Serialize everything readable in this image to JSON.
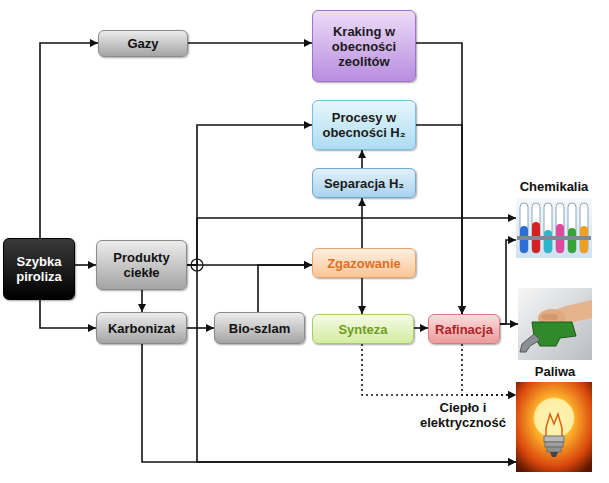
{
  "diagram": {
    "nodes": [
      {
        "text": [
          "Gazy"
        ]
      },
      {
        "text": [
          "Kraking w obecności zeolitów"
        ]
      },
      {
        "text": [
          "Procesy w obecności H₂"
        ]
      },
      {
        "text": [
          "Separacja H₂"
        ]
      },
      {
        "text": [
          "Chemikalia"
        ]
      },
      {
        "text": [
          "Szybka piroliza"
        ]
      },
      {
        "text": [
          "Produkty ciekłe"
        ]
      },
      {
        "text": [
          "Zgazowanie"
        ]
      },
      {
        "text": [
          "Paliwa"
        ]
      },
      {
        "text": [
          "Karbonizat"
        ]
      },
      {
        "text": [
          "Bio-szlam"
        ]
      },
      {
        "text": [
          "Synteza"
        ]
      },
      {
        "text": [
          "Rafinacja"
        ]
      },
      {
        "text": [
          "Ciepło i elektryczność"
        ]
      }
    ],
    "edges": [
      {
        "from": 5,
        "to": 0,
        "arrow": "to"
      },
      {
        "from": 0,
        "to": 1,
        "arrow": "to"
      },
      {
        "from": 5,
        "to": 6,
        "arrow": "to"
      },
      {
        "from": 5,
        "to": 9,
        "arrow": "to"
      },
      {
        "from": 6,
        "to": 9,
        "arrow": "to"
      },
      {
        "from": 9,
        "to": 10,
        "arrow": "to"
      },
      {
        "from": 6,
        "to": 7,
        "arrow": "to"
      },
      {
        "from": 10,
        "to": 7,
        "arrow": "to"
      },
      {
        "from": 6,
        "to": 2,
        "arrow": "to"
      },
      {
        "from": 6,
        "to": 4,
        "arrow": "to"
      },
      {
        "from": 6,
        "to": 13,
        "arrow": "to"
      },
      {
        "from": 9,
        "to": 13,
        "arrow": "to"
      },
      {
        "from": 7,
        "to": 11,
        "arrow": "to"
      },
      {
        "from": 7,
        "to": 3,
        "arrow": "to"
      },
      {
        "from": 3,
        "to": 2,
        "arrow": "to"
      },
      {
        "from": 11,
        "to": 12,
        "arrow": "to"
      },
      {
        "from": 1,
        "to": 12,
        "arrow": "to"
      },
      {
        "from": 2,
        "to": 12,
        "arrow": "to"
      },
      {
        "from": 12,
        "to": 4,
        "arrow": "to"
      },
      {
        "from": 12,
        "to": 8,
        "arrow": "to"
      },
      {
        "from": 11,
        "to": 13,
        "arrow": "to"
      },
      {
        "from": 12,
        "to": 13,
        "arrow": "to"
      }
    ]
  }
}
